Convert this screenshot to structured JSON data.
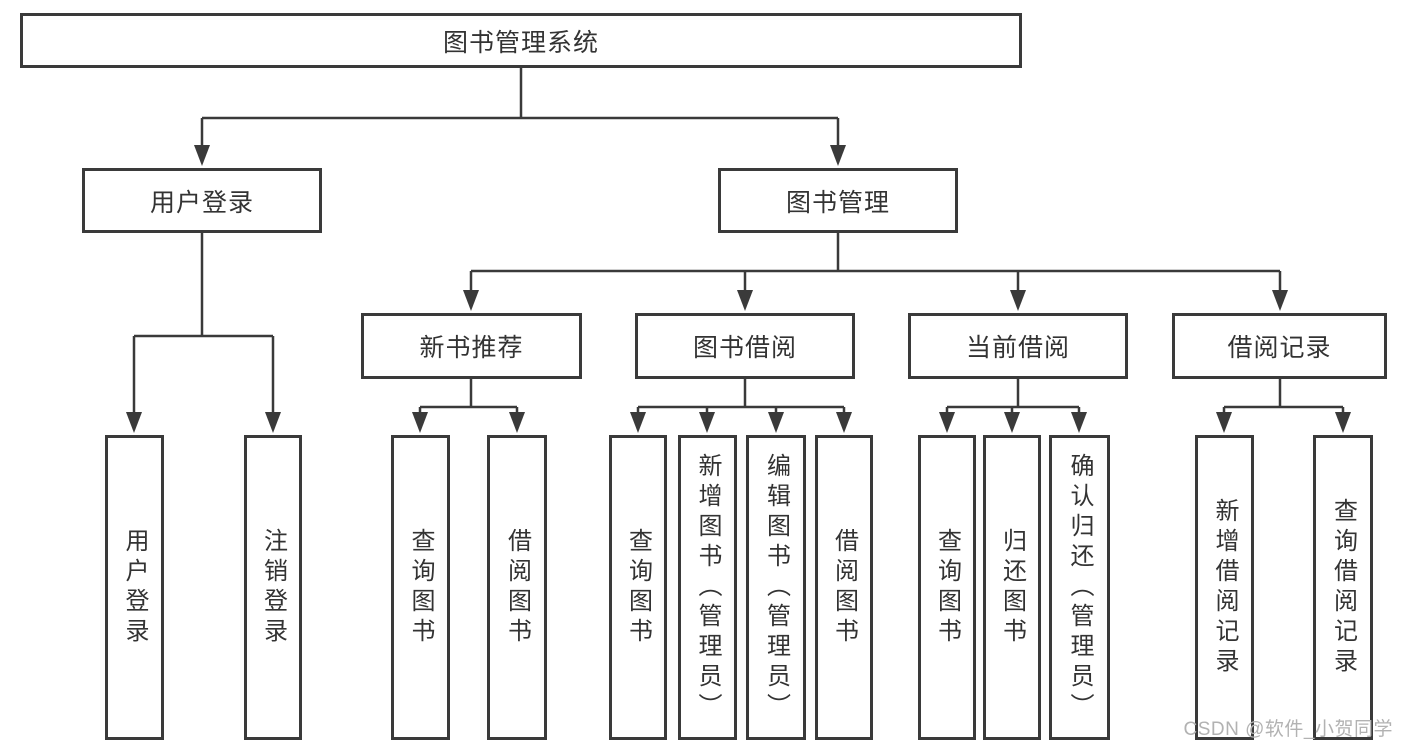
{
  "tree": {
    "root": {
      "label": "图书管理系统"
    },
    "user_login": {
      "label": "用户登录",
      "children": [
        {
          "label": "用户登录"
        },
        {
          "label": "注销登录"
        }
      ]
    },
    "book_management": {
      "label": "图书管理",
      "sections": [
        {
          "label": "新书推荐",
          "children": [
            {
              "label": "查询图书"
            },
            {
              "label": "借阅图书"
            }
          ]
        },
        {
          "label": "图书借阅",
          "children": [
            {
              "label": "查询图书"
            },
            {
              "label": "新增图书（管理员）"
            },
            {
              "label": "编辑图书（管理员）"
            },
            {
              "label": "借阅图书"
            }
          ]
        },
        {
          "label": "当前借阅",
          "children": [
            {
              "label": "查询图书"
            },
            {
              "label": "归还图书"
            },
            {
              "label": "确认归还（管理员）"
            }
          ]
        },
        {
          "label": "借阅记录",
          "children": [
            {
              "label": "新增借阅记录"
            },
            {
              "label": "查询借阅记录"
            }
          ]
        }
      ]
    }
  },
  "watermark": {
    "text": "CSDN @软件_小贺同学"
  },
  "colors": {
    "line": "#3a3a3a",
    "text": "#333333",
    "watermark": "#b2b2b2",
    "background": "#ffffff"
  }
}
